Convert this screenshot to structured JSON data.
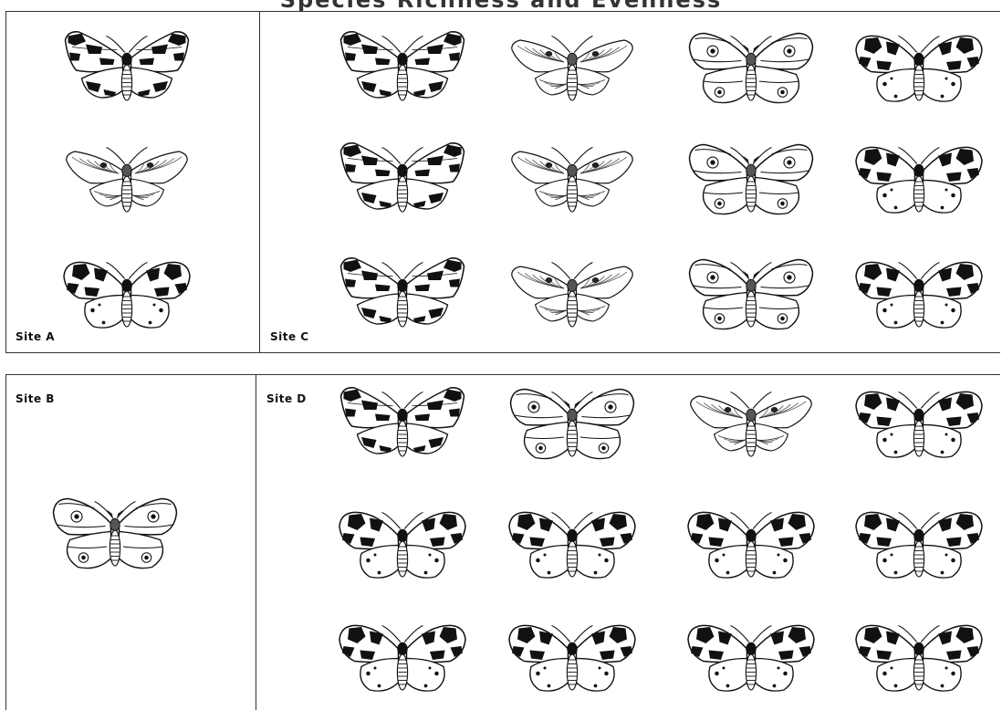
{
  "header": {
    "title": "Species  Richness  and  Evenness"
  },
  "panels": [
    {
      "label": "Site A",
      "moths": [
        "kitten",
        "prominent",
        "tiger"
      ]
    },
    {
      "label": "Site B",
      "moths": [
        "emperor"
      ]
    },
    {
      "label": "Site C",
      "moths": [
        "kitten",
        "prominent",
        "emperor",
        "tiger",
        "kitten",
        "prominent",
        "emperor",
        "tiger",
        "kitten",
        "prominent",
        "emperor",
        "tiger"
      ]
    },
    {
      "label": "Site D",
      "moths": [
        "kitten",
        "emperor",
        "prominent",
        "tiger",
        "tiger",
        "tiger",
        "tiger",
        "tiger",
        "tiger",
        "tiger",
        "tiger",
        "tiger"
      ]
    }
  ]
}
